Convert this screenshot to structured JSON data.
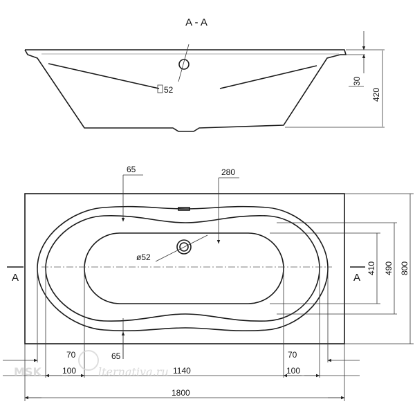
{
  "section": {
    "title": "A - A",
    "outlet_label": "52",
    "rim_label": "30",
    "height_label": "420"
  },
  "plan": {
    "section_marker_left": "A",
    "section_marker_right": "A",
    "dim_65_top": "65",
    "dim_280": "280",
    "drain_label": "ø52",
    "dim_410": "410",
    "dim_490": "490",
    "dim_800": "800",
    "dim_70_left": "70",
    "dim_70_right": "70",
    "dim_100_left": "100",
    "dim_100_right": "100",
    "dim_65_bottom": "65",
    "dim_1140": "1140",
    "dim_1800": "1800"
  },
  "watermark": {
    "brand_left": "MSK",
    "brand_right": "lternativa.ru"
  }
}
